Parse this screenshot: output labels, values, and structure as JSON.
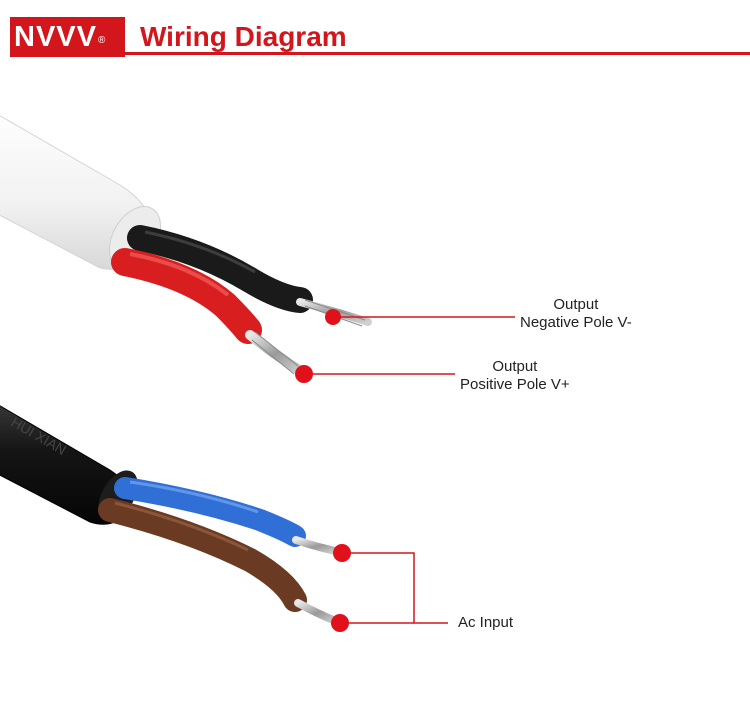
{
  "header": {
    "brand": "NVVV",
    "brand_mark": "®",
    "title": "Wiring Diagram"
  },
  "cables": [
    {
      "name": "white-dc-output-cable",
      "sheath_color": "#f2f2f2",
      "wires": [
        {
          "name": "black-wire",
          "color": "#1a1a1a"
        },
        {
          "name": "red-wire",
          "color": "#d81e1e"
        }
      ]
    },
    {
      "name": "black-ac-input-cable",
      "sheath_color": "#151515",
      "sheath_print": "HUI XIAN",
      "wires": [
        {
          "name": "blue-wire",
          "color": "#2f6fd6"
        },
        {
          "name": "brown-wire",
          "color": "#6b3a22"
        }
      ]
    }
  ],
  "labels": {
    "negative": {
      "line1": "Output",
      "line2": "Negative Pole V-"
    },
    "positive": {
      "line1": "Output",
      "line2": "Positive Pole V+"
    },
    "ac_input": "Ac Input"
  },
  "colors": {
    "accent": "#d2161c",
    "marker": "#e0111b",
    "text": "#222222"
  }
}
